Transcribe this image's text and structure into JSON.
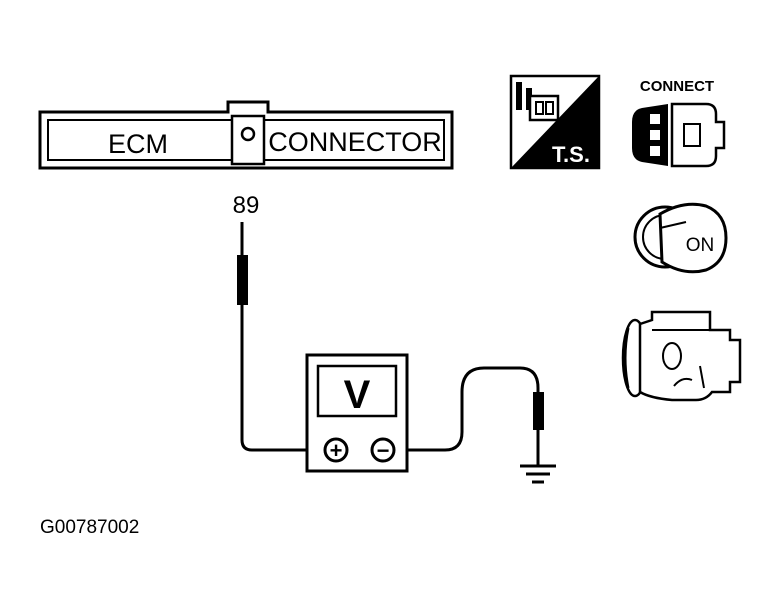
{
  "connector": {
    "left_label": "ECM",
    "right_label": "CONNECTOR",
    "pin_number": "89"
  },
  "meter": {
    "unit_label": "V",
    "positive_symbol": "+",
    "negative_symbol": "−"
  },
  "icons": {
    "ts_icon": {
      "name": "tool-ts-icon",
      "label": "T.S."
    },
    "connect_icon": {
      "name": "connector-connect-icon",
      "label": "CONNECT"
    },
    "ignition_icon": {
      "name": "ignition-key-on-icon",
      "label": "ON"
    },
    "engine_icon": {
      "name": "engine-running-icon"
    }
  },
  "figure_id": "G00787002"
}
